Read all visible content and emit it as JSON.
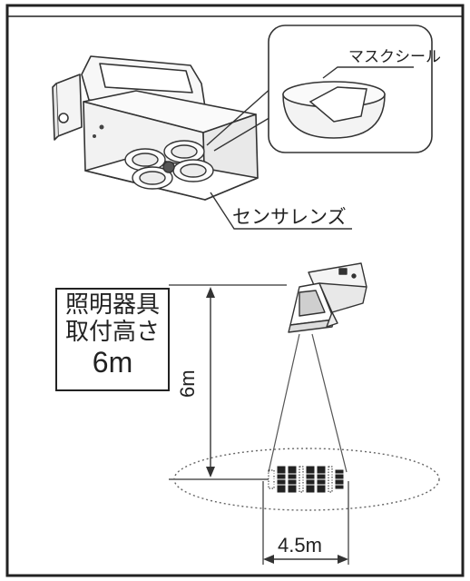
{
  "labels": {
    "mask_seal": "マスクシール",
    "sensor_lens": "センサレンズ",
    "height_box_line1": "照明器具",
    "height_box_line2": "取付高さ",
    "height_box_line3": "6m",
    "vertical_dimension": "6m",
    "horizontal_dimension": "4.5m"
  },
  "colors": {
    "frame": "#222222",
    "line": "#333333",
    "callout_fill": "#ffffff",
    "device_fill": "#f4f4f4"
  }
}
